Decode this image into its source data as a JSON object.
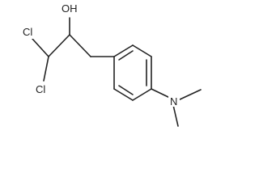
{
  "molecule": {
    "atoms": {
      "cl1": "Cl",
      "cl2": "Cl",
      "oh": "OH",
      "n": "N"
    }
  }
}
